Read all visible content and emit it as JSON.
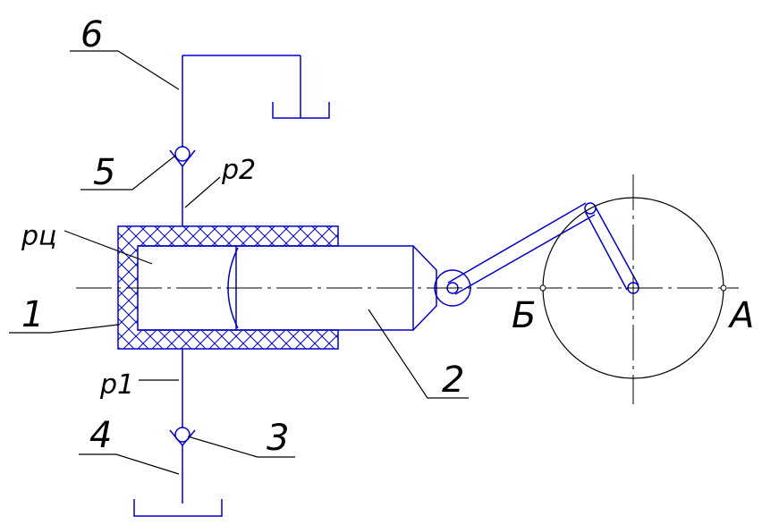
{
  "labels": {
    "n1": "1",
    "n2": "2",
    "n3": "3",
    "n4": "4",
    "n5": "5",
    "n6": "6",
    "p1": "p1",
    "p2": "p2",
    "pc": "pц",
    "b": "Б",
    "a": "А"
  },
  "colors": {
    "line": "#0000c8",
    "leader": "#000000",
    "hatch": "#0000c8",
    "axis": "#000000"
  }
}
